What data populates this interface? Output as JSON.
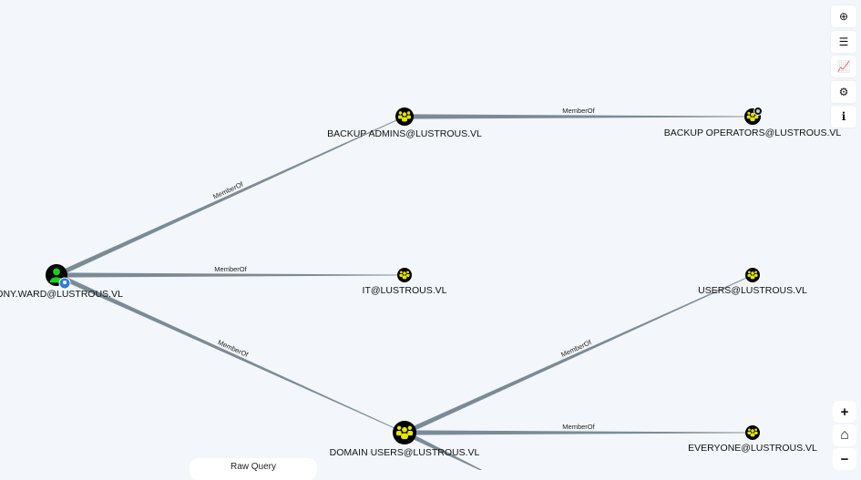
{
  "nodes": [
    {
      "id": "tony",
      "label": "TONY.WARD@LUSTROUS.VL",
      "type": "user"
    },
    {
      "id": "ba",
      "label": "BACKUP ADMINS@LUSTROUS.VL",
      "type": "group"
    },
    {
      "id": "bo",
      "label": "BACKUP OPERATORS@LUSTROUS.VL",
      "type": "group"
    },
    {
      "id": "it",
      "label": "IT@LUSTROUS.VL",
      "type": "group"
    },
    {
      "id": "users",
      "label": "USERS@LUSTROUS.VL",
      "type": "group"
    },
    {
      "id": "du",
      "label": "DOMAIN USERS@LUSTROUS.VL",
      "type": "group"
    },
    {
      "id": "everyone",
      "label": "EVERYONE@LUSTROUS.VL",
      "type": "group"
    }
  ],
  "edges": [
    {
      "from": "tony",
      "to": "ba",
      "label": "MemberOf"
    },
    {
      "from": "tony",
      "to": "it",
      "label": "MemberOf"
    },
    {
      "from": "tony",
      "to": "du",
      "label": "MemberOf"
    },
    {
      "from": "ba",
      "to": "bo",
      "label": "MemberOf"
    },
    {
      "from": "du",
      "to": "users",
      "label": "MemberOf"
    },
    {
      "from": "du",
      "to": "everyone",
      "label": "MemberOf"
    },
    {
      "from": "du",
      "to": "offscreen",
      "label": ""
    }
  ],
  "colors": {
    "edge": "#7a8b97",
    "group": "#e6e600",
    "user": "#17d317",
    "node_bg": "#000000"
  },
  "toolbar": [
    {
      "name": "upload-icon",
      "glyph": "⊕"
    },
    {
      "name": "queries-list-icon",
      "glyph": "☰"
    },
    {
      "name": "chart-icon",
      "glyph": "📈"
    },
    {
      "name": "settings-icon",
      "glyph": "⚙"
    },
    {
      "name": "info-icon",
      "glyph": "i"
    }
  ],
  "zoom": {
    "in": "+",
    "home": "⌂",
    "out": "−"
  },
  "raw_query": "Raw Query"
}
